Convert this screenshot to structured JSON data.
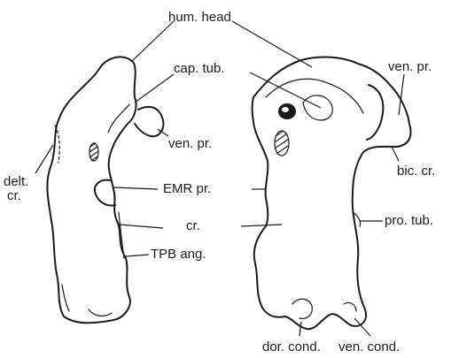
{
  "labels": {
    "hum_head": "hum. head",
    "cap_tub": "cap. tub.",
    "ven_pr_left": "ven. pr.",
    "ven_pr_right": "ven. pr.",
    "delt_cr_line1": "delt.",
    "delt_cr_line2": "cr.",
    "emr_pr": "EMR pr.",
    "cr": "cr.",
    "tpb_ang": "TPB ang.",
    "bic_cr": "bic. cr.",
    "pro_tub": "pro. tub.",
    "dor_cond": "dor. cond.",
    "ven_cond": "ven. cond."
  },
  "colors": {
    "ink": "#1a1a1a",
    "background": "#ffffff"
  }
}
